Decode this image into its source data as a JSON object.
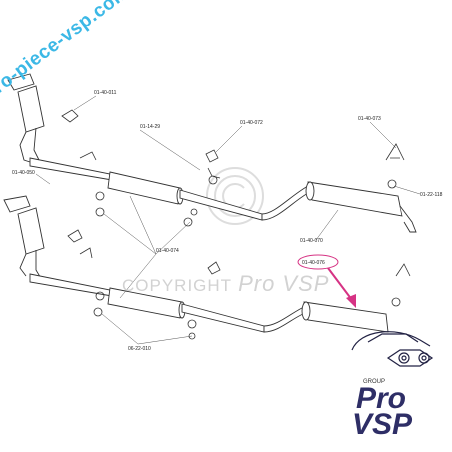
{
  "watermark": {
    "diagonal_text": "pro-piece-vsp.com",
    "center_text": "COPYRIGHT",
    "center_brand": "Pro VSP"
  },
  "logo": {
    "group_text": "GROUP",
    "line1": "Pro",
    "line2": "VSP"
  },
  "part_labels": [
    {
      "id": "l1",
      "text": "01-40-011"
    },
    {
      "id": "l2",
      "text": "01-14-29"
    },
    {
      "id": "l3",
      "text": "01-40-072"
    },
    {
      "id": "l4",
      "text": "01-40-073"
    },
    {
      "id": "l5",
      "text": "01-40-050"
    },
    {
      "id": "l6",
      "text": "01-22-118"
    },
    {
      "id": "l7",
      "text": "01-40-070"
    },
    {
      "id": "l8",
      "text": "01-40-074"
    },
    {
      "id": "l9",
      "text": "01-40-076"
    },
    {
      "id": "l10",
      "text": "06-22-010"
    }
  ],
  "colors": {
    "line": "#333333",
    "highlight_arrow": "#d63384",
    "watermark_blue": "#3bb8e6",
    "logo_navy": "#2e2e66",
    "logo_pink": "#e0308a"
  }
}
